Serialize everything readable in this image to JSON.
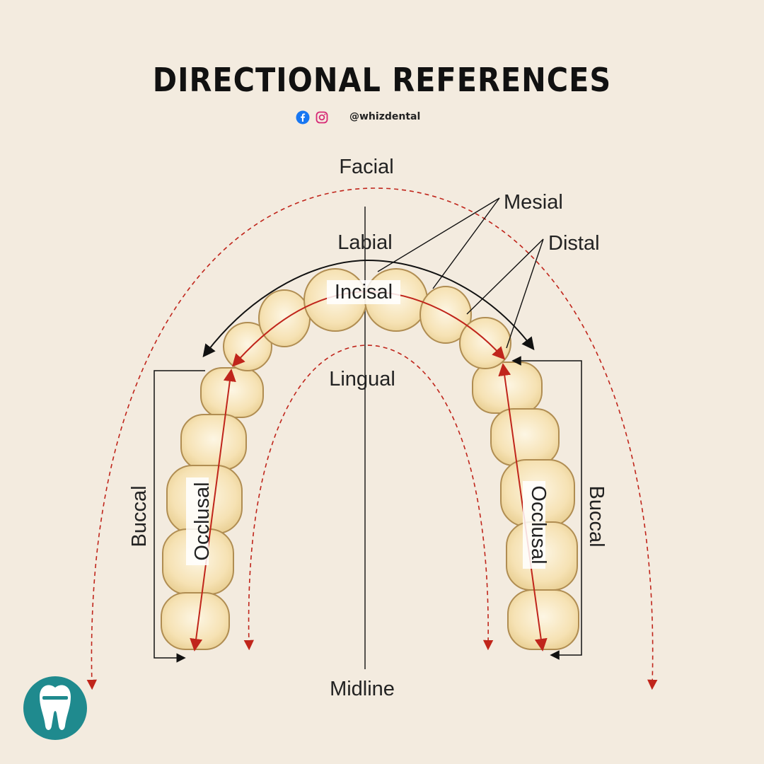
{
  "title": "DIRECTIONAL REFERENCES",
  "social": {
    "handle": "@whizdental",
    "icons": [
      "facebook-icon",
      "instagram-icon"
    ]
  },
  "labels": {
    "facial": "Facial",
    "mesial": "Mesial",
    "distal": "Distal",
    "labial": "Labial",
    "incisal": "Incisal",
    "lingual": "Lingual",
    "buccal_left": "Buccal",
    "buccal_right": "Buccal",
    "occlusal_left": "Occlusal",
    "occlusal_right": "Occlusal",
    "midline": "Midline"
  },
  "colors": {
    "background": "#f3ebdf",
    "accent_red": "#c0251b",
    "tooth_fill": "#f7e4b8",
    "tooth_stroke": "#b08d52",
    "logo": "#1f8a8e",
    "facebook": "#1877f2",
    "instagram": "#d62976"
  },
  "logo": {
    "icon": "tooth-logo-icon"
  }
}
